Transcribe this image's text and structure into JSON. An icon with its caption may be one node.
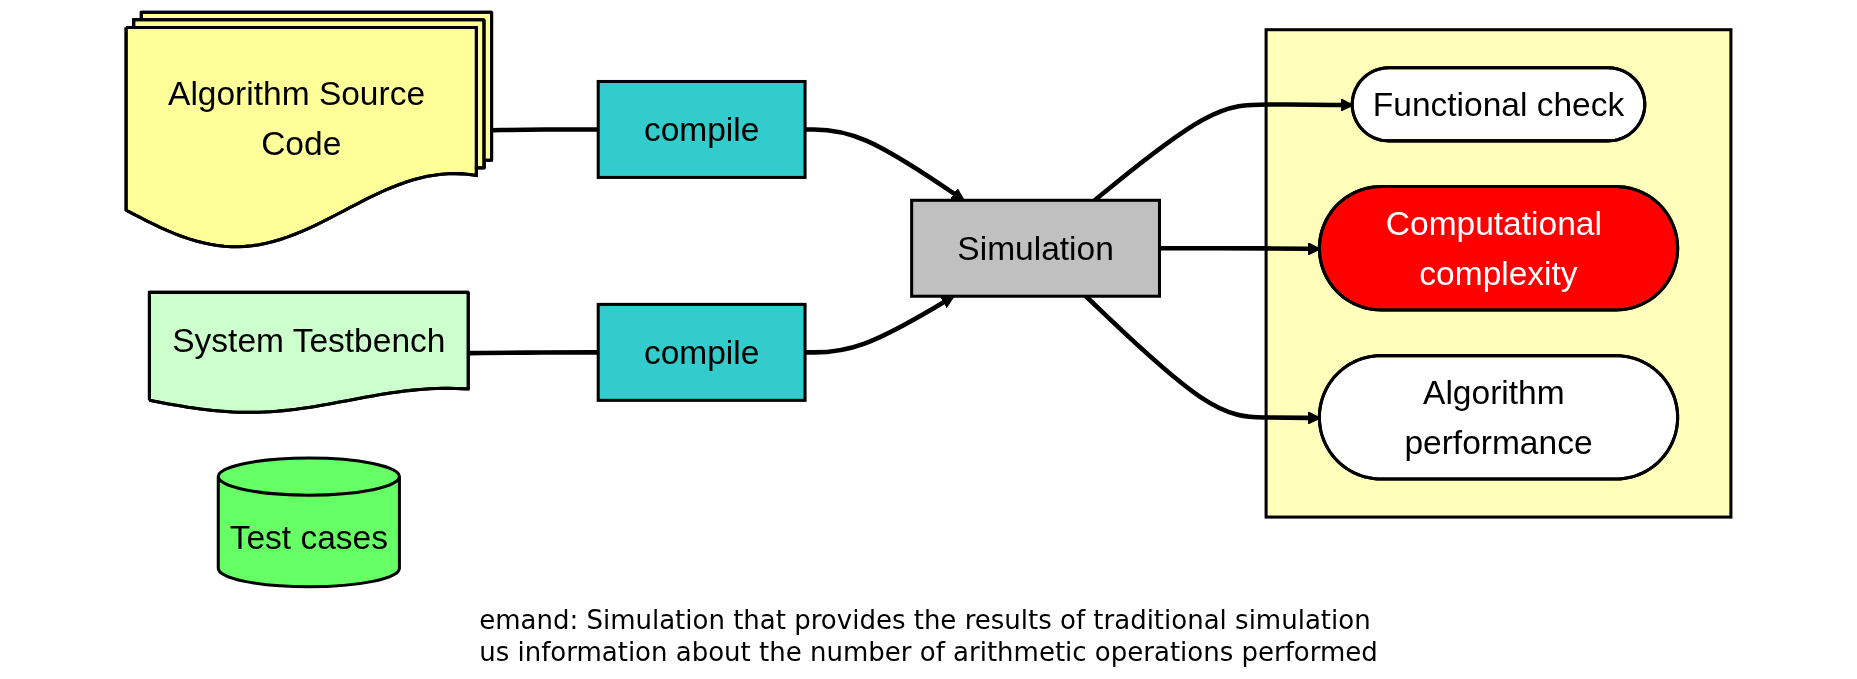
{
  "diagram": {
    "nodes": [
      {
        "text": [
          "Algorithm Source Code"
        ]
      },
      {
        "text": [
          "System Testbench"
        ]
      },
      {
        "text": [
          "Test cases"
        ]
      },
      {
        "text": [
          "compile"
        ]
      },
      {
        "text": [
          "compile"
        ]
      },
      {
        "text": [
          "Simulation"
        ]
      },
      {
        "text": [],
        "shape": "box"
      },
      {
        "text": [
          "Functional check"
        ],
        "in": 6
      },
      {
        "text": [
          "Computational complexity"
        ],
        "in": 6
      },
      {
        "text": [
          "Algorithm performance"
        ],
        "in": 6
      }
    ],
    "edges": [
      {
        "from": 0,
        "to": 3,
        "arrow": "none"
      },
      {
        "from": 3,
        "to": 5,
        "arrow": "to"
      },
      {
        "from": 1,
        "to": 4,
        "arrow": "none"
      },
      {
        "from": 4,
        "to": 5,
        "arrow": "to"
      },
      {
        "from": 5,
        "to": 7,
        "arrow": "to"
      },
      {
        "from": 5,
        "to": 8,
        "arrow": "to"
      },
      {
        "from": 5,
        "to": 9,
        "arrow": "to"
      }
    ],
    "labels": [
      "emand: Simulation that provides the results of traditional simulation",
      "us information about the number of arithmetic operations performed"
    ]
  }
}
